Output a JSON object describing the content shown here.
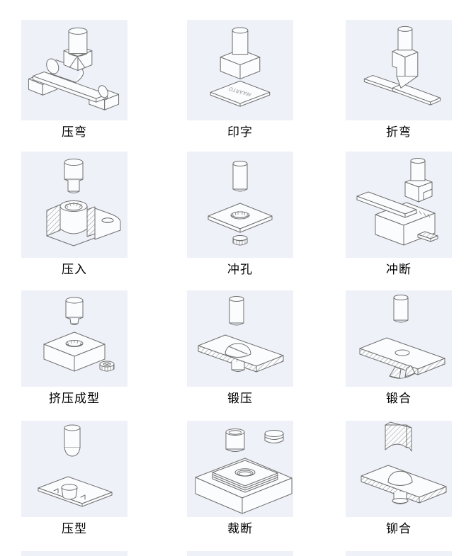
{
  "page": {
    "background": "#ffffff",
    "panel_color": "#eef1f8",
    "line_color": "#6f6f6f",
    "label_color": "#000000"
  },
  "cells": [
    {
      "id": "yawan",
      "label": "压弯"
    },
    {
      "id": "yinzi",
      "label": "印字",
      "plate_text": "MAARTO"
    },
    {
      "id": "zhewan",
      "label": "折弯"
    },
    {
      "id": "yaru",
      "label": "压入"
    },
    {
      "id": "chongkong",
      "label": "冲孔"
    },
    {
      "id": "chongduan",
      "label": "冲断"
    },
    {
      "id": "jiyachengxing",
      "label": "挤压成型"
    },
    {
      "id": "duanya",
      "label": "锻压"
    },
    {
      "id": "duanhe",
      "label": "锻合"
    },
    {
      "id": "yaxing",
      "label": "压型"
    },
    {
      "id": "caiduan",
      "label": "裁断"
    },
    {
      "id": "maohe",
      "label": "铆合"
    }
  ]
}
